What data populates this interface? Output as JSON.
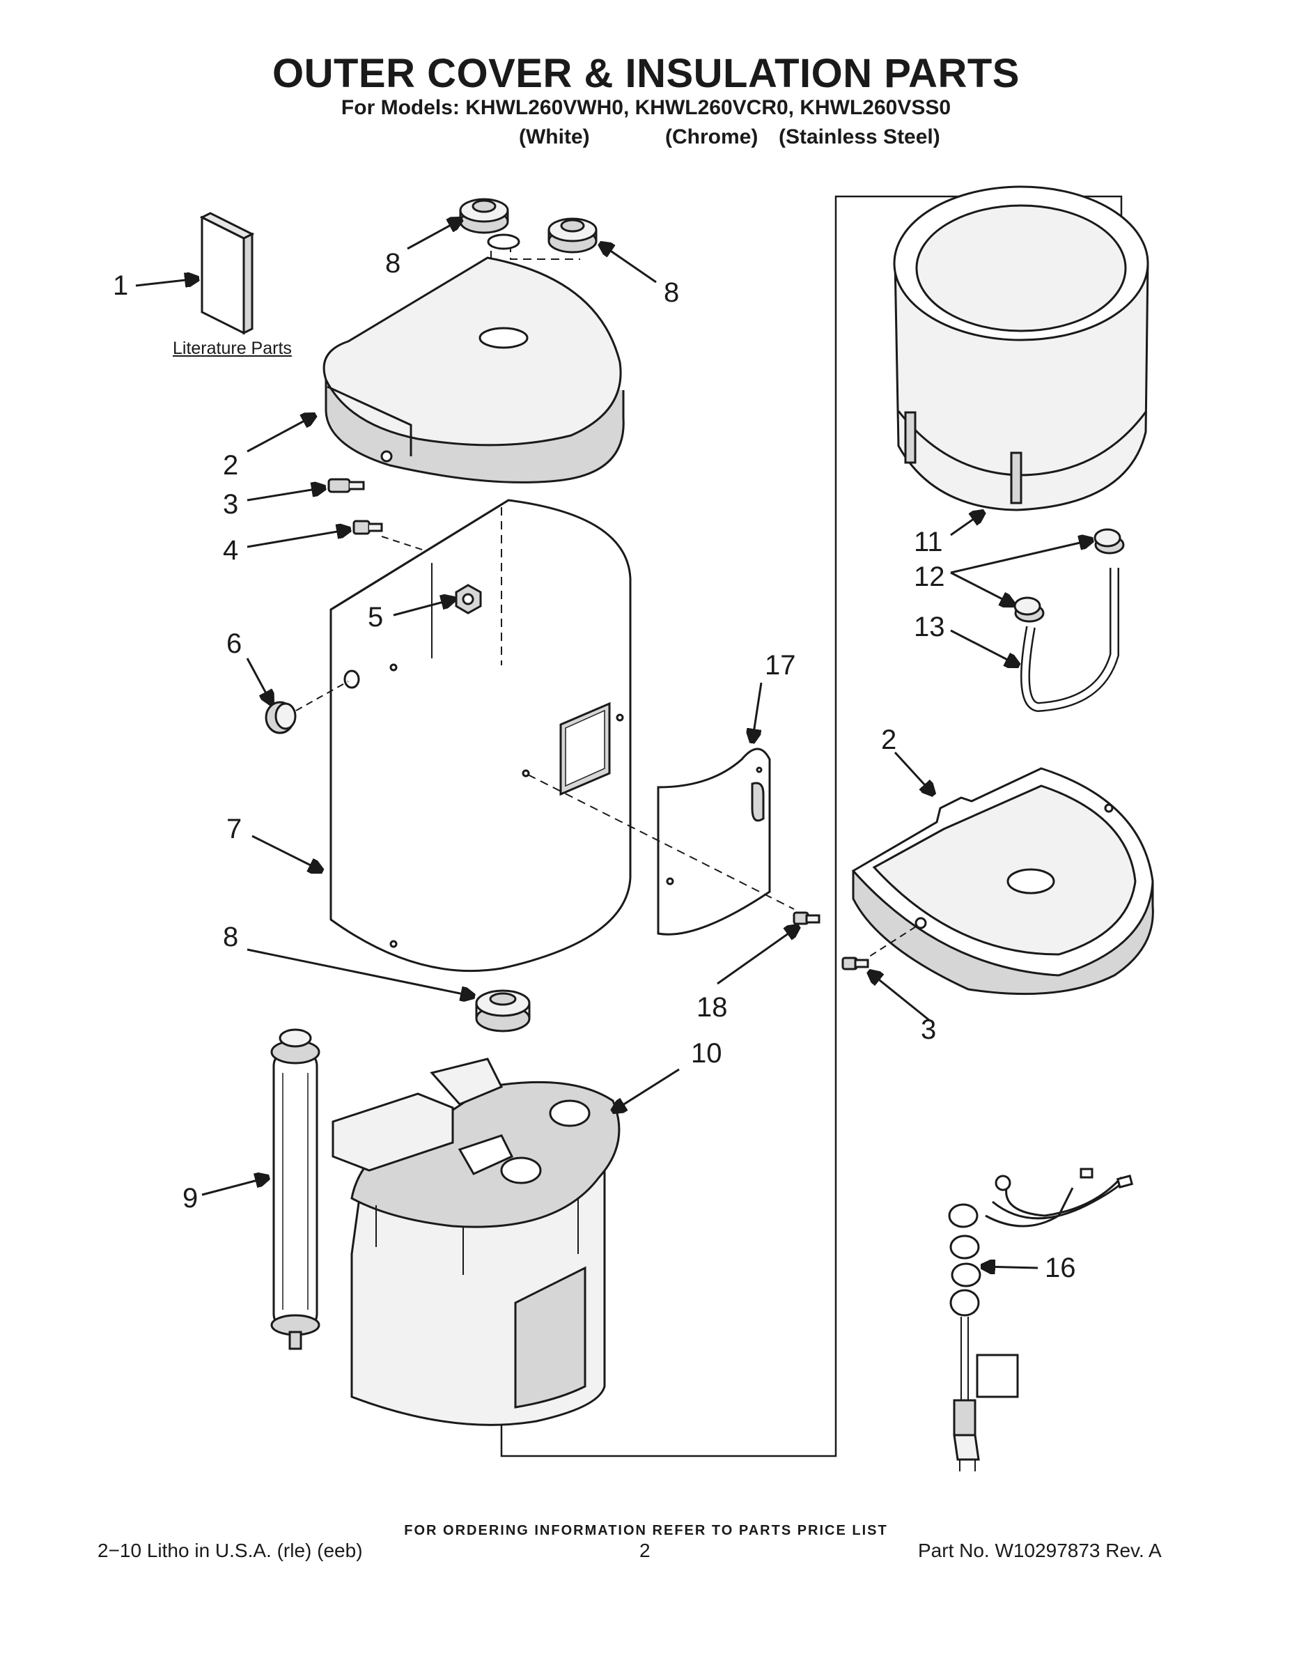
{
  "header": {
    "title": "OUTER COVER & INSULATION PARTS",
    "models": "For Models: KHWL260VWH0, KHWL260VCR0, KHWL260VSS0",
    "variant_white": "(White)",
    "variant_chrome": "(Chrome)",
    "variant_stainless": "(Stainless Steel)"
  },
  "literature_label": "Literature Parts",
  "callouts": {
    "c1": "1",
    "c2": "2",
    "c2b": "2",
    "c3": "3",
    "c3b": "3",
    "c4": "4",
    "c5": "5",
    "c6": "6",
    "c7": "7",
    "c8a": "8",
    "c8b": "8",
    "c8c": "8",
    "c9": "9",
    "c10": "10",
    "c11": "11",
    "c12": "12",
    "c13": "13",
    "c16": "16",
    "c17": "17",
    "c18": "18"
  },
  "footer": {
    "ordering_note": "FOR ORDERING INFORMATION REFER TO PARTS PRICE LIST",
    "litho": "2−10 Litho in U.S.A. (rle) (eeb)",
    "page_number": "2",
    "part_number": "Part No. W10297873 Rev. A"
  },
  "colors": {
    "line": "#1a1a1a",
    "fill_light": "#f2f2f2",
    "fill_mid": "#d6d6d6",
    "paper": "#ffffff"
  }
}
